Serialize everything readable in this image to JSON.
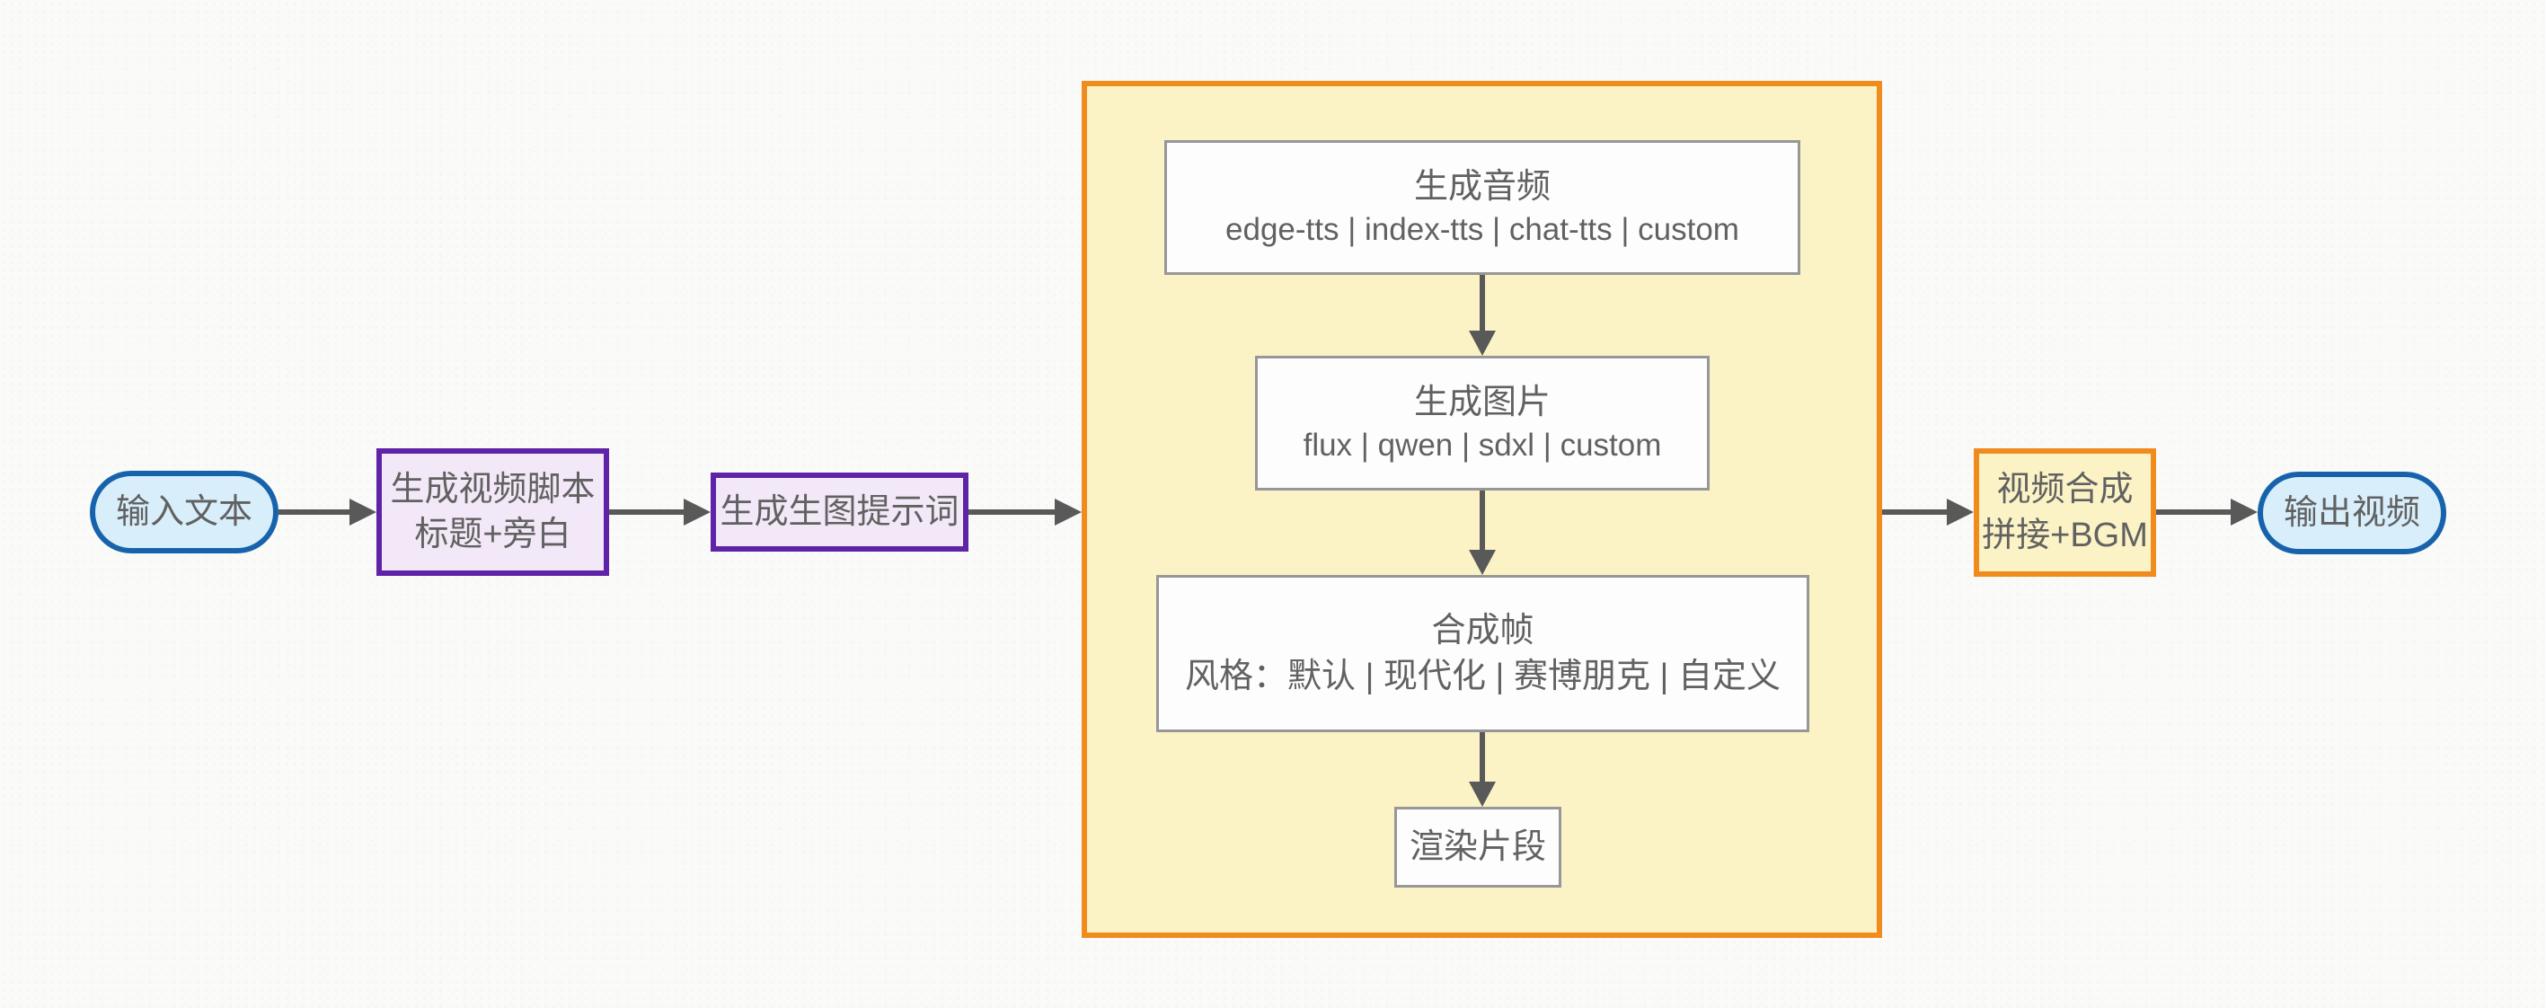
{
  "diagram": {
    "type": "flowchart-lr",
    "nodes": {
      "input": {
        "label": "输入文本"
      },
      "script": {
        "line1": "生成视频脚本",
        "line2": "标题+旁白"
      },
      "prompt": {
        "label": "生成生图提示词"
      },
      "audio": {
        "title": "生成音频",
        "options": "edge-tts | index-tts | chat-tts | custom"
      },
      "image": {
        "title": "生成图片",
        "options": "flux | qwen | sdxl | custom"
      },
      "frame": {
        "title": "合成帧",
        "options": "风格：默认 | 现代化 | 赛博朋克 | 自定义"
      },
      "render": {
        "label": "渲染片段"
      },
      "compose": {
        "line1": "视频合成",
        "line2": "拼接+BGM"
      },
      "output": {
        "label": "输出视频"
      }
    },
    "edges": [
      "input->script",
      "script->prompt",
      "prompt->subgraph",
      "audio->image",
      "image->frame",
      "frame->render",
      "subgraph->compose",
      "compose->output"
    ]
  },
  "colors": {
    "stadium_border": "#1763ab",
    "stadium_fill": "#d8eefa",
    "purple_border": "#5f23a8",
    "purple_fill": "#f3e8f7",
    "orange_border": "#f08c1e",
    "yellow_fill": "#fbf3c5",
    "step_border": "#979797",
    "step_fill": "#fdfdfd",
    "arrow": "#595959",
    "text": "#616161"
  }
}
